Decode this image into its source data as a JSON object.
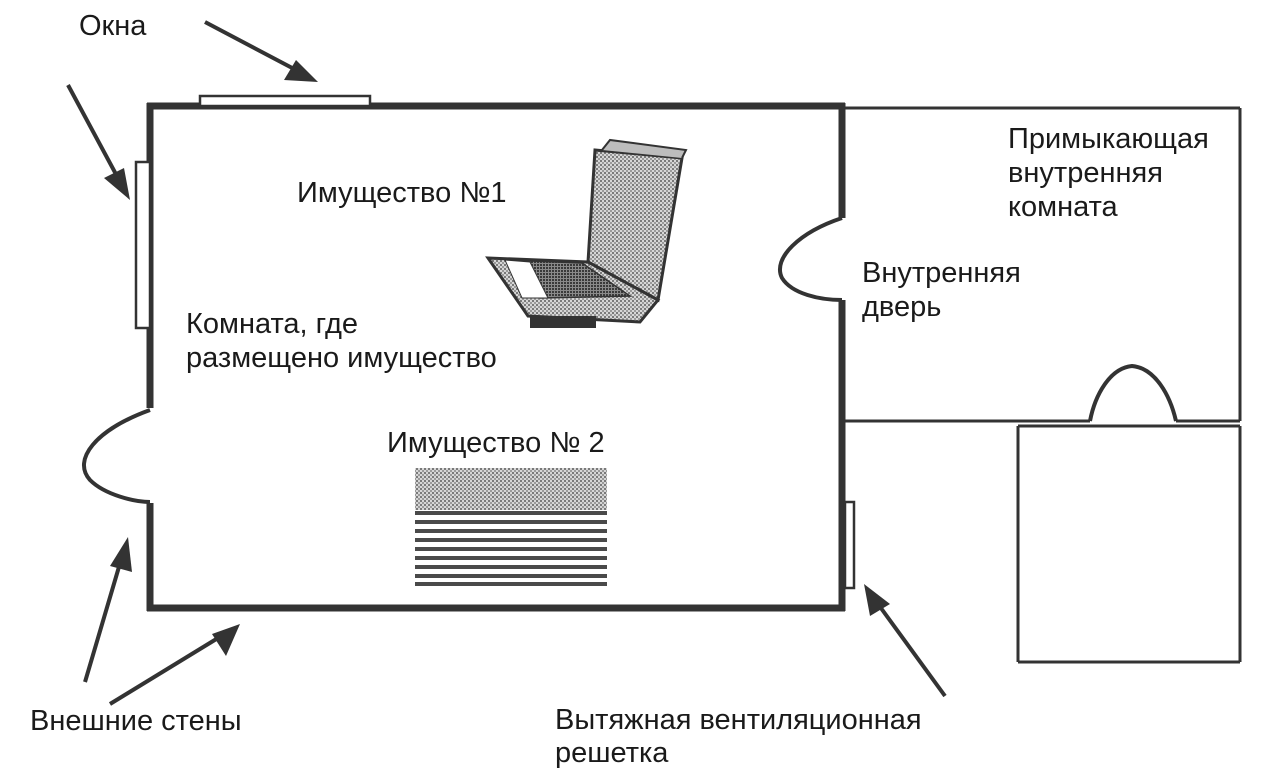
{
  "labels": {
    "windows": "Окна",
    "property1": "Имущество №1",
    "room_line1": "Комната, где",
    "room_line2": "размещено имущество",
    "property2": "Имущество № 2",
    "adjacent_line1": "Примыкающая",
    "adjacent_line2": "внутренняя",
    "adjacent_line3": "комната",
    "inner_door_line1": "Внутренняя",
    "inner_door_line2": "дверь",
    "external_walls": "Внешние стены",
    "vent_line1": "Вытяжная вентиляционная",
    "vent_line2": "решетка"
  },
  "colors": {
    "ink": "#333333",
    "text": "#1a1a1a",
    "hatch": "#9a9a9a"
  }
}
